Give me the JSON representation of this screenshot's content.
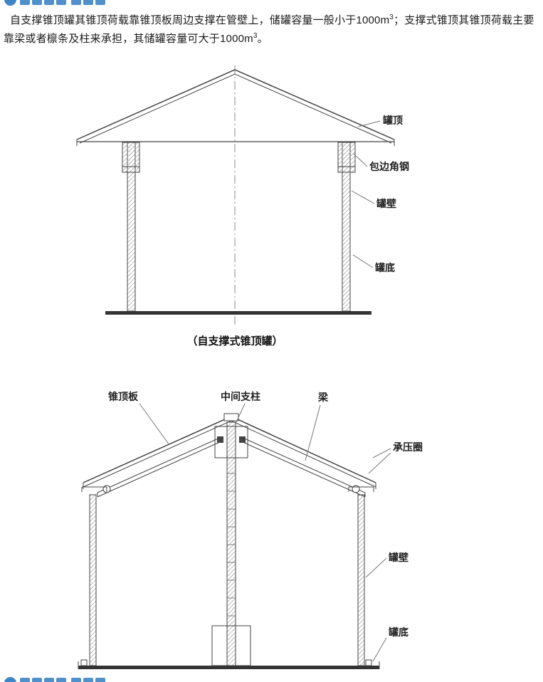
{
  "watermark": {
    "color": "#3d85c6"
  },
  "intro": {
    "part1": "自支撑锥顶罐其锥顶荷载靠锥顶板周边支撑在管壁上，储罐容量一般小于1000m",
    "sup1": "3",
    "part2": "；支撑式锥顶其锥顶荷载主要靠梁或者檩条及柱来承担，其储罐容量可大于1000m",
    "sup2": "3",
    "part3": "。"
  },
  "figure1": {
    "caption": "（自支撑式锥顶罐）",
    "labels": {
      "roof": "罐顶",
      "edge_angle": "包边角钢",
      "wall": "罐壁",
      "bottom": "罐底"
    }
  },
  "figure2": {
    "labels": {
      "roof_plate": "锥顶板",
      "center_column": "中间支柱",
      "beam": "梁",
      "pressure_ring": "承压圈",
      "wall": "罐壁",
      "bottom": "罐底"
    }
  }
}
